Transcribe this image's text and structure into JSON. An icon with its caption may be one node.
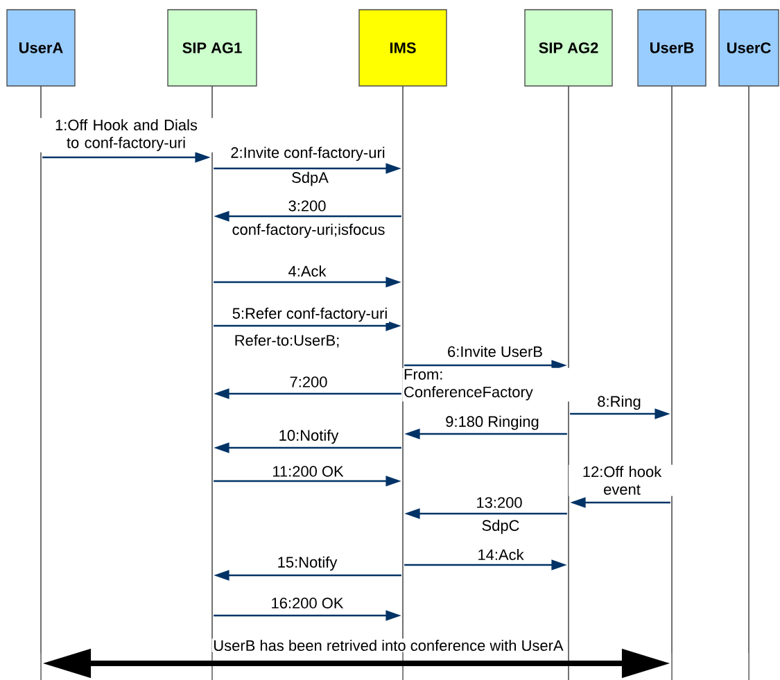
{
  "diagram": {
    "nodes": [
      {
        "text": [
          "UserA"
        ]
      },
      {
        "text": [
          "SIP AG1"
        ]
      },
      {
        "text": [
          "IMS"
        ]
      },
      {
        "text": [
          "SIP AG2"
        ]
      },
      {
        "text": [
          "UserB"
        ]
      },
      {
        "text": [
          "UserC"
        ]
      }
    ],
    "edges": [
      {
        "from": 0,
        "to": 1,
        "arrow": "to",
        "label": "1:Off Hook and Dials to conf-factory-uri"
      },
      {
        "from": 1,
        "to": 2,
        "arrow": "to",
        "label": "2:Invite conf-factory-uri"
      },
      {
        "from": 2,
        "to": 1,
        "arrow": "to",
        "label": "3:200"
      },
      {
        "from": 1,
        "to": 2,
        "arrow": "to",
        "label": "4:Ack"
      },
      {
        "from": 1,
        "to": 2,
        "arrow": "to",
        "label": "5:Refer conf-factory-uri"
      },
      {
        "from": 2,
        "to": 3,
        "arrow": "to",
        "label": "6:Invite UserB"
      },
      {
        "from": 2,
        "to": 1,
        "arrow": "to",
        "label": "7:200"
      },
      {
        "from": 3,
        "to": 4,
        "arrow": "to",
        "label": "8:Ring"
      },
      {
        "from": 3,
        "to": 2,
        "arrow": "to",
        "label": "9:180 Ringing"
      },
      {
        "from": 2,
        "to": 1,
        "arrow": "to",
        "label": "10:Notify"
      },
      {
        "from": 1,
        "to": 2,
        "arrow": "to",
        "label": "11:200 OK"
      },
      {
        "from": 4,
        "to": 3,
        "arrow": "to",
        "label": "12:Off hook event"
      },
      {
        "from": 3,
        "to": 2,
        "arrow": "to",
        "label": "13:200"
      },
      {
        "from": 2,
        "to": 3,
        "arrow": "to",
        "label": "14:Ack"
      },
      {
        "from": 2,
        "to": 1,
        "arrow": "to",
        "label": "15:Notify"
      },
      {
        "from": 1,
        "to": 2,
        "arrow": "to",
        "label": "16:200 OK"
      },
      {
        "from": 0,
        "to": 4,
        "arrow": "both",
        "label": "UserB has been retrived into conference with UserA",
        "style": "thick",
        "color": "#000000"
      }
    ],
    "labels": [
      "SdpA",
      "conf-factory-uri;isfocus",
      "Refer-to:UserB;",
      "From: ConferenceFactory",
      "SdpC"
    ]
  }
}
